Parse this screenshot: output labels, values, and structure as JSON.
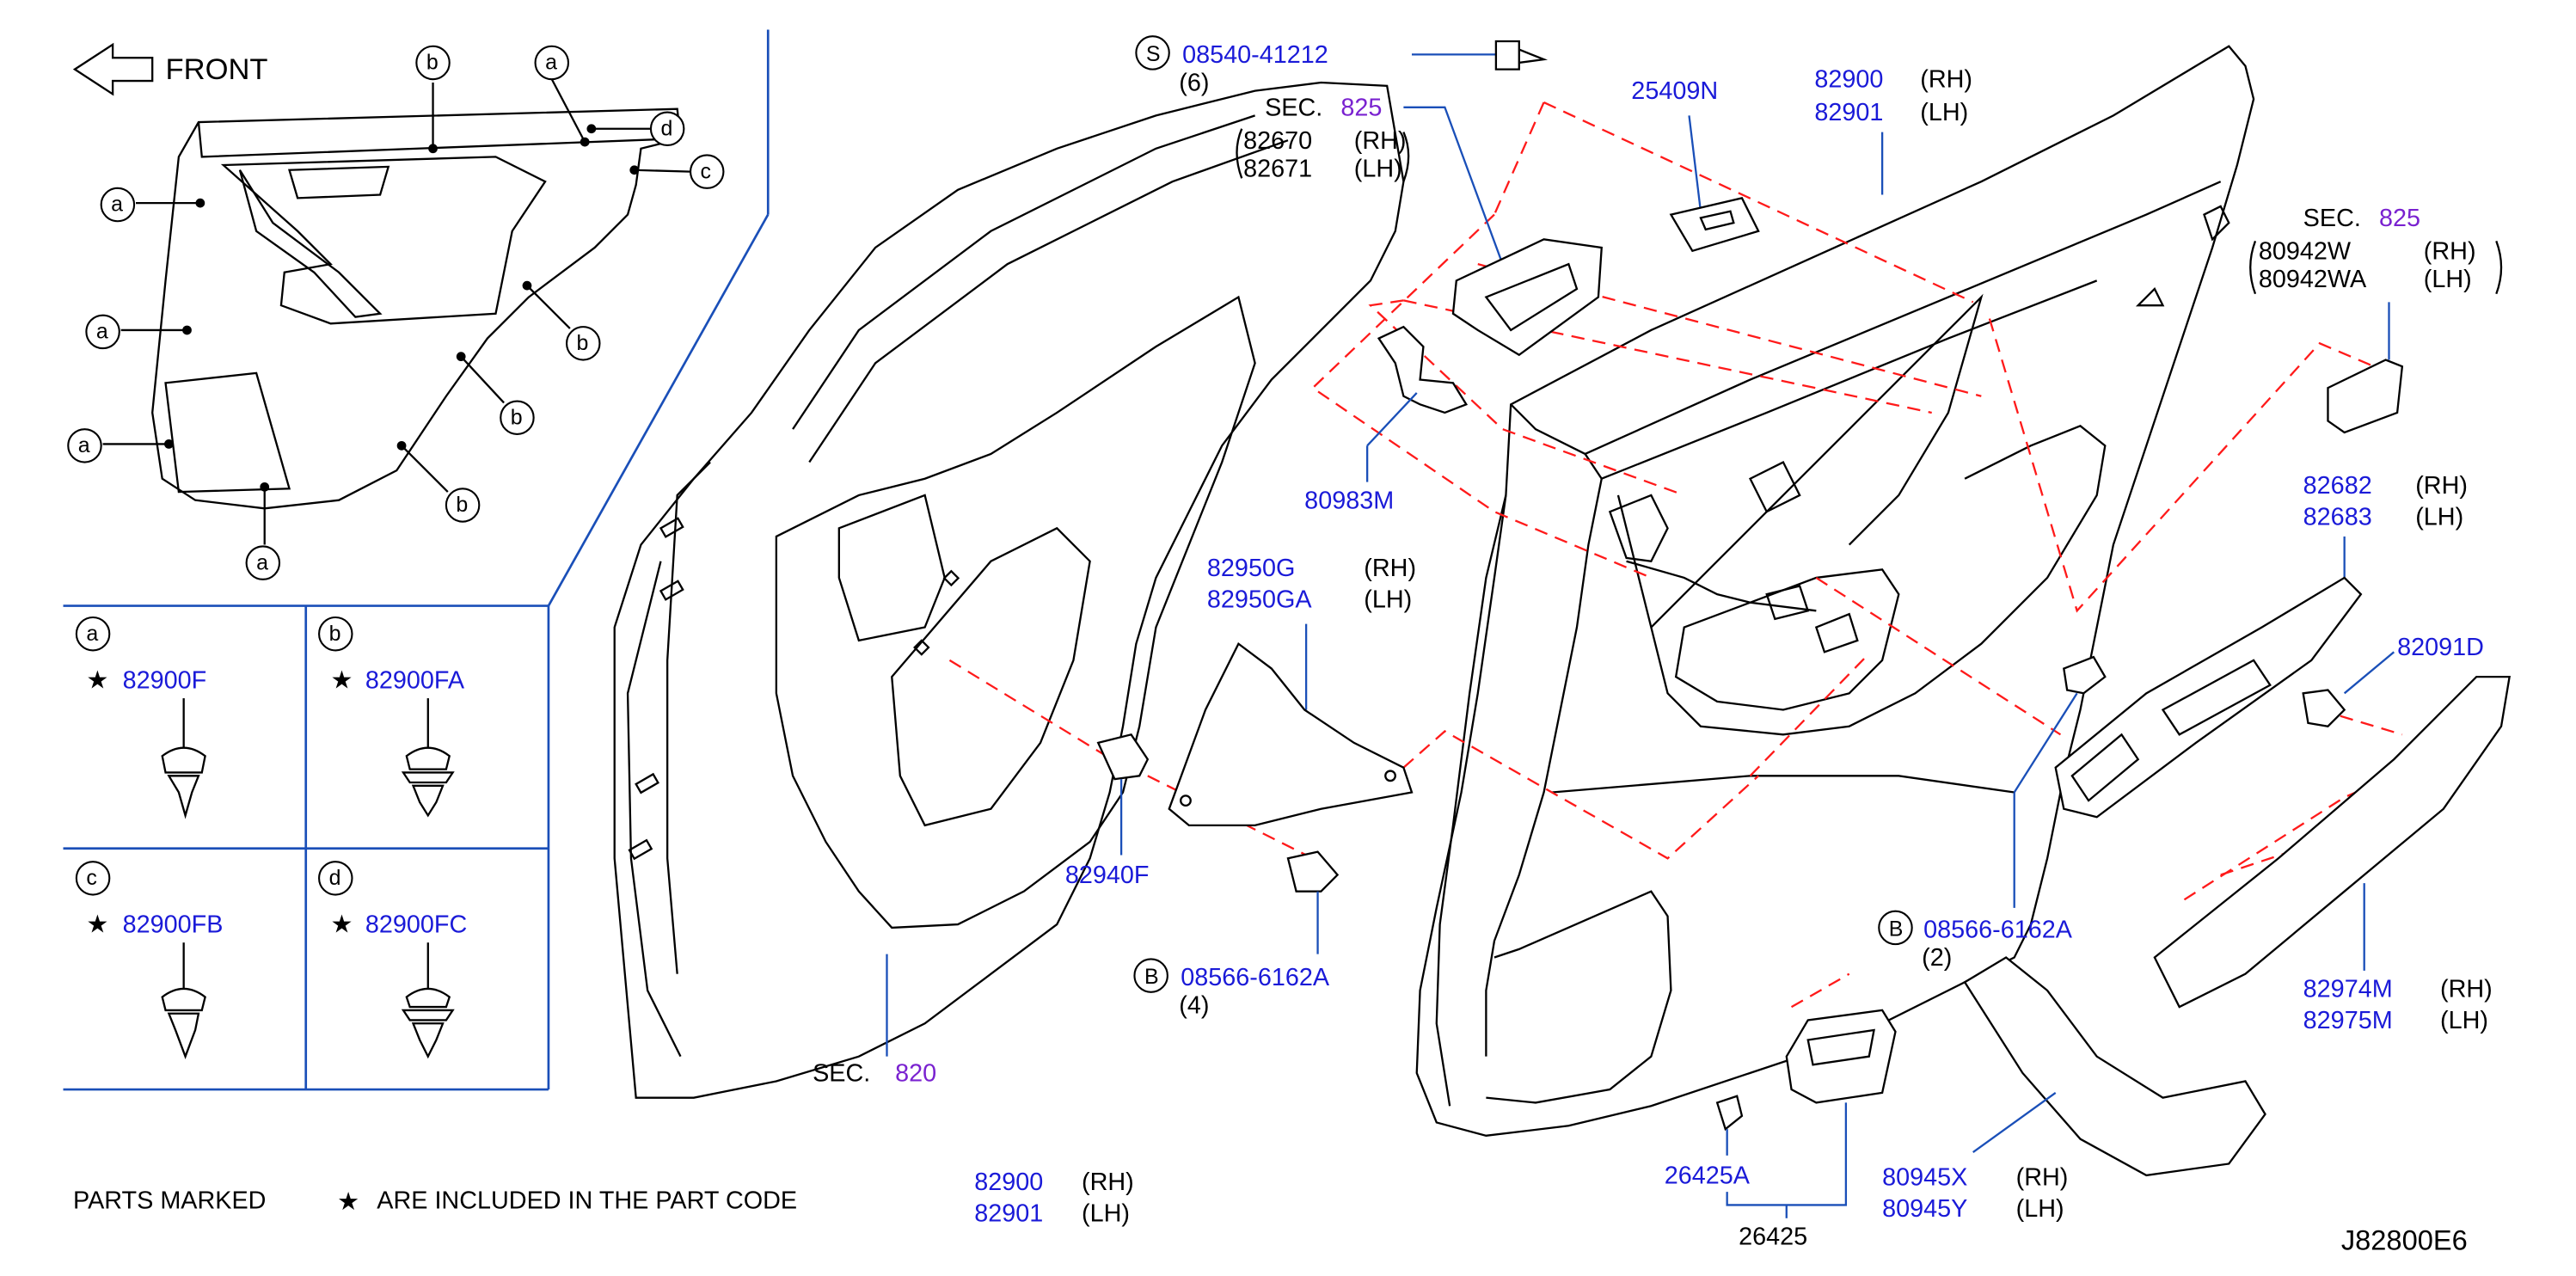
{
  "front_label": "FRONT",
  "letters": {
    "a": "a",
    "b": "b",
    "c": "c",
    "d": "d",
    "S": "S",
    "B": "B"
  },
  "side_tags": {
    "rh": "(RH)",
    "lh": "(LH)"
  },
  "sec_word": "SEC.",
  "legend": {
    "a": "82900F",
    "b": "82900FA",
    "c": "82900FB",
    "d": "82900FC"
  },
  "parts": {
    "screw_s": {
      "code": "08540-41212",
      "qty": "(6)"
    },
    "sec825_top": {
      "code": "825",
      "rh": "82670",
      "lh": "82671"
    },
    "p25409N": "25409N",
    "door_top": {
      "rh": "82900",
      "lh": "82901"
    },
    "sec825_right": {
      "code": "825",
      "rh": "80942W",
      "lh": "80942WA"
    },
    "p80983M": "80983M",
    "bracket": {
      "rh": "82950G",
      "lh": "82950GA"
    },
    "p82940F": "82940F",
    "screw_b_left": {
      "code": "08566-6162A",
      "qty": "(4)"
    },
    "sec820": "820",
    "switch_plate": {
      "rh": "82682",
      "lh": "82683"
    },
    "p82091D": "82091D",
    "screw_b_right": {
      "code": "08566-6162A",
      "qty": "(2)"
    },
    "armrest": {
      "rh": "82974M",
      "lh": "82975M"
    },
    "p26425A": "26425A",
    "p26425": "26425",
    "pull": {
      "rh": "80945X",
      "lh": "80945Y"
    },
    "door_bottom": {
      "rh": "82900",
      "lh": "82901"
    }
  },
  "footnote": {
    "before": "PARTS   MARKED",
    "after": "ARE   INCLUDED   IN   THE   PART   CODE"
  },
  "diagram_ref": "J82800E6"
}
